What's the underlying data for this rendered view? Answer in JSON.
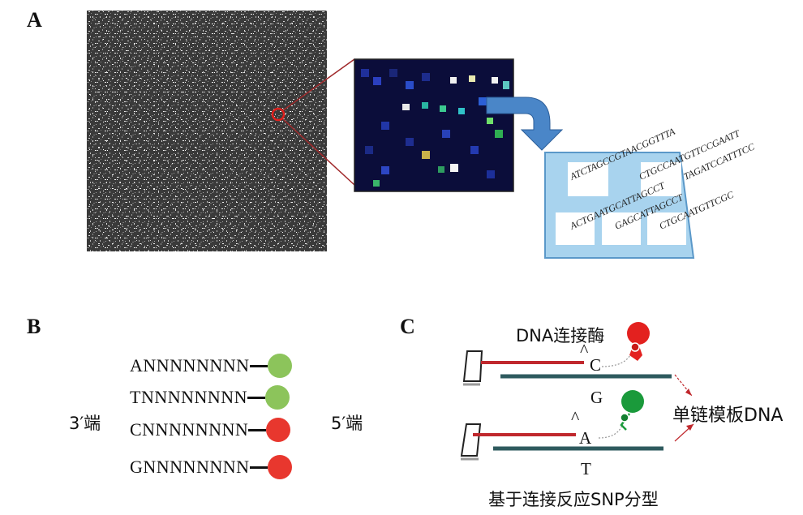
{
  "panel_a": {
    "label": "A",
    "oligos": [
      "ATCTAGCCGTAACGGTTTA",
      "CTGCCAATGTTCCGAATT",
      "TAGATCCATTTCC",
      "ACTGAATGCATTAGCCT",
      "GAGCATTAGCCT",
      "CTGCAATGTTCGC"
    ]
  },
  "panel_b": {
    "label": "B",
    "left_end": "3′端",
    "right_end": "5′端",
    "probes": [
      {
        "sequence": "ANNNNNNNN",
        "color": "#8cc45b"
      },
      {
        "sequence": "TNNNNNNNN",
        "color": "#8cc45b"
      },
      {
        "sequence": "CNNNNNNNN",
        "color": "#e8372e"
      },
      {
        "sequence": "GNNNNNNNN",
        "color": "#e8372e"
      }
    ]
  },
  "panel_c": {
    "label": "C",
    "ligase_label": "DNA连接酶",
    "caret": "^",
    "top_probe_base": "C",
    "top_template_base": "G",
    "bottom_probe_base": "A",
    "bottom_template_base": "T",
    "template_label": "单链模板DNA",
    "caption": "基于连接反应SNP分型",
    "colors": {
      "probe": "#c0282d",
      "template": "#2e5a5e",
      "red_dye": "#e3211f",
      "green_dye": "#1a9a3b"
    }
  }
}
